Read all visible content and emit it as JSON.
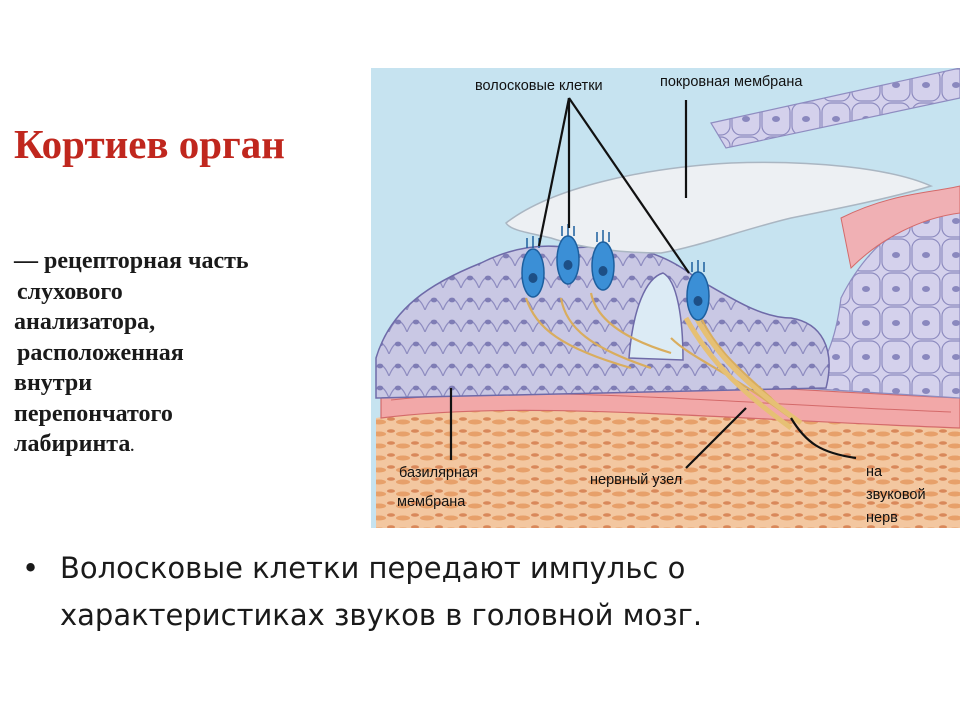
{
  "title": "Кортиев орган",
  "description": {
    "lines": [
      "— рецепторная часть",
      "слухового",
      "анализатора,",
      "расположенная",
      "внутри",
      "перепончатого",
      "лабиринта"
    ],
    "ending": "."
  },
  "diagram": {
    "background_color": "#c6e3f0",
    "labels": {
      "hair_cells": "волосковые клетки",
      "tectorial_membrane": "покровная мембрана",
      "basilar_membrane_1": "базилярная",
      "basilar_membrane_2": "мембрана",
      "nerve_ganglion": "нервный узел",
      "to_nerve_1": "на",
      "to_nerve_2": "звуковой",
      "to_nerve_3": "нерв"
    }
  },
  "bullet": {
    "marker": "•",
    "text": "Волосковые клетки передают импульс о характеристиках звуков в головной мозг."
  },
  "colors": {
    "title": "#c0271e",
    "tissue": "#c9c8e4",
    "hair_cell": "#3b8fd6",
    "basilar": "#e98a8a",
    "nerve": "#e0b870"
  }
}
